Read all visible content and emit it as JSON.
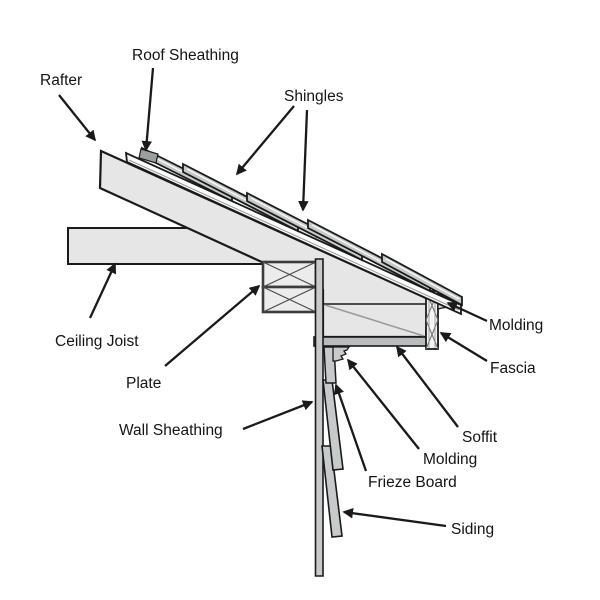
{
  "diagram": {
    "type": "construction-cross-section",
    "subject": "roof eave assembly",
    "colors": {
      "background": "#ffffff",
      "line": "#1a1a1a",
      "wood_light": "#e6e6e6",
      "wood_mid": "#c7caca",
      "wood_dark": "#9aa0a0",
      "sheathing_white": "#fbfbfb",
      "soffit_gray": "#b9bcbc",
      "fascia_fill": "#f4f4f4"
    },
    "labels": {
      "roof_sheathing": "Roof Sheathing",
      "rafter": "Rafter",
      "shingles": "Shingles",
      "ceiling_joist": "Ceiling Joist",
      "plate": "Plate",
      "wall_sheathing": "Wall Sheathing",
      "molding_upper": "Molding",
      "fascia": "Fascia",
      "soffit": "Soffit",
      "molding_lower": "Molding",
      "frieze_board": "Frieze Board",
      "siding": "Siding"
    }
  }
}
